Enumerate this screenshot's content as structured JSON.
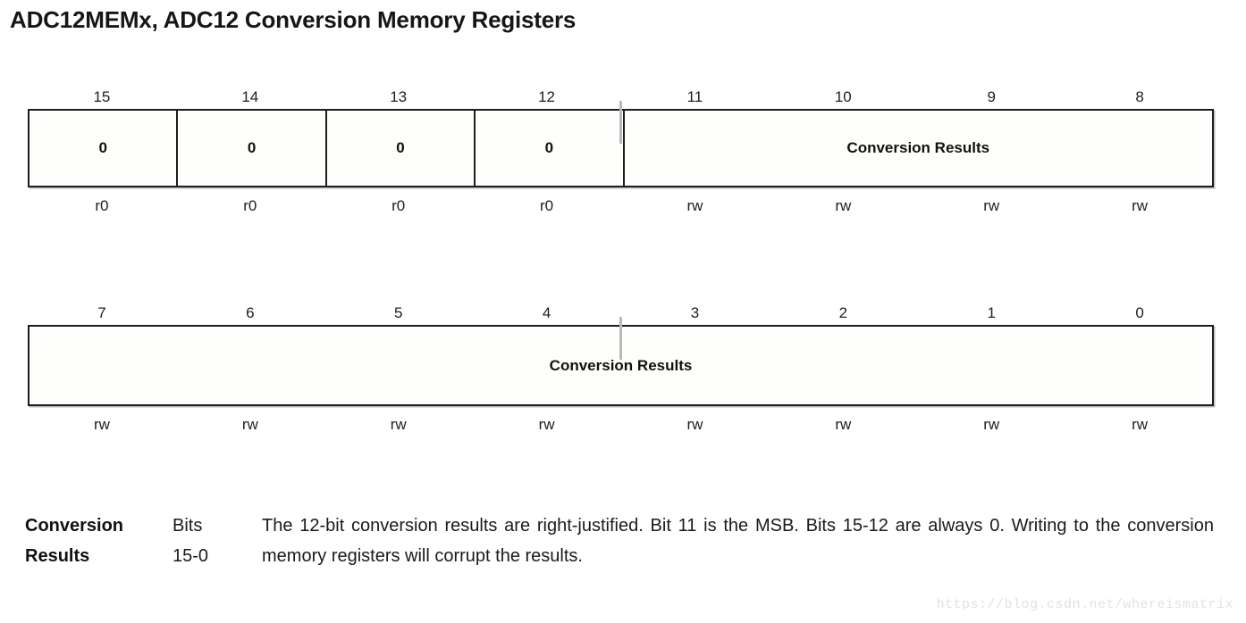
{
  "page": {
    "title": "ADC12MEMx, ADC12 Conversion Memory Registers",
    "background_color": "#ffffff",
    "border_color": "#1d1d1d",
    "cell_fill_color": "#fefefc",
    "half_word_tick_color": "#b9b9b9"
  },
  "registers": [
    {
      "id": "high-byte",
      "bit_labels": [
        "15",
        "14",
        "13",
        "12",
        "11",
        "10",
        "9",
        "8"
      ],
      "fields": [
        {
          "label": "0",
          "span": 1
        },
        {
          "label": "0",
          "span": 1
        },
        {
          "label": "0",
          "span": 1
        },
        {
          "label": "0",
          "span": 1
        },
        {
          "label": "Conversion Results",
          "span": 4
        }
      ],
      "access_labels": [
        "r0",
        "r0",
        "r0",
        "r0",
        "rw",
        "rw",
        "rw",
        "rw"
      ]
    },
    {
      "id": "low-byte",
      "bit_labels": [
        "7",
        "6",
        "5",
        "4",
        "3",
        "2",
        "1",
        "0"
      ],
      "fields": [
        {
          "label": "Conversion Results",
          "span": 8
        }
      ],
      "access_labels": [
        "rw",
        "rw",
        "rw",
        "rw",
        "rw",
        "rw",
        "rw",
        "rw"
      ]
    }
  ],
  "description": {
    "name_line1": "Conversion",
    "name_line2": "Results",
    "bits_line1": "Bits",
    "bits_line2": "15-0",
    "text": "The 12-bit conversion results are right-justified. Bit 11 is the MSB. Bits 15-12 are always 0. Writing to the conversion memory registers will corrupt the results."
  },
  "watermark": {
    "text": "https://blog.csdn.net/whereismatrix"
  }
}
